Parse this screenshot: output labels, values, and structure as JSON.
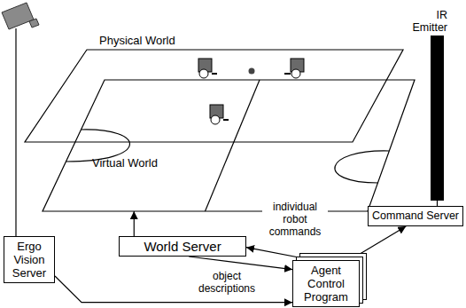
{
  "diagram": {
    "nodes": [
      {
        "text": [
          "Physical World"
        ]
      },
      {
        "text": [
          "IR Emitter"
        ]
      },
      {
        "text": [
          "Virtual World"
        ]
      },
      {
        "text": [
          "Command Server"
        ]
      },
      {
        "text": [
          "Ergo Vision Server"
        ]
      },
      {
        "text": [
          "World Server"
        ]
      },
      {
        "text": [
          "Agent Control Program"
        ]
      }
    ],
    "edges": [
      {
        "from": 4,
        "to": 6,
        "arrow": "to"
      },
      {
        "from": 5,
        "to": 6,
        "label": "object descriptions",
        "arrow": "to"
      },
      {
        "from": 6,
        "to": 5,
        "label": "individual robot commands",
        "arrow": "to"
      },
      {
        "from": 6,
        "to": 3,
        "arrow": "to"
      },
      {
        "from": 5,
        "to": 2,
        "arrow": "to"
      },
      {
        "from": 3,
        "to": 1,
        "arrow": "none"
      }
    ]
  }
}
